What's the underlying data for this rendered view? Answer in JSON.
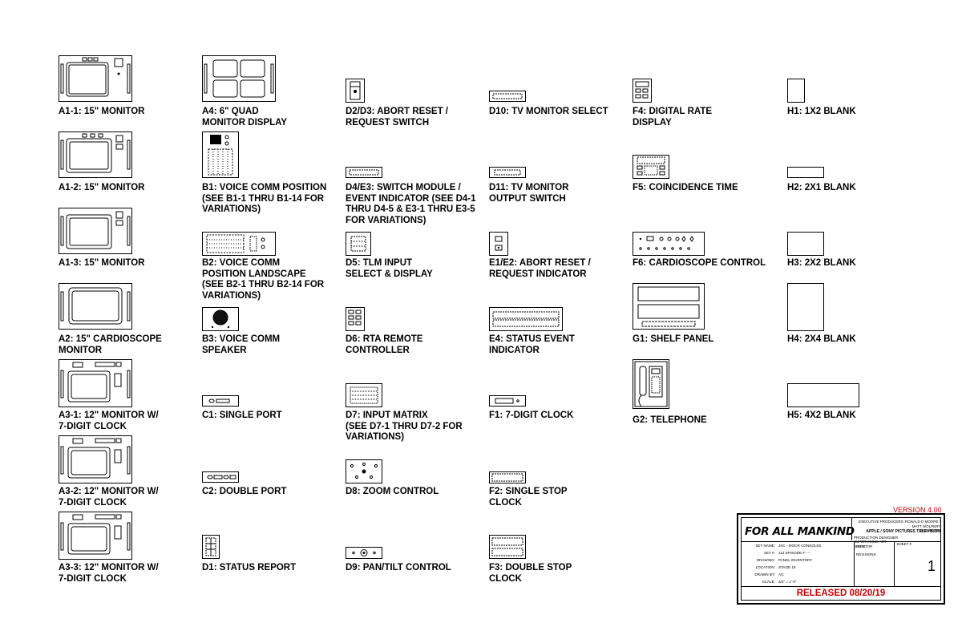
{
  "panels": [
    {
      "id": "a1-1",
      "label": "A1-1: 15\" MONITOR"
    },
    {
      "id": "a1-2",
      "label": "A1-2: 15\" MONITOR"
    },
    {
      "id": "a1-3",
      "label": "A1-3: 15\" MONITOR"
    },
    {
      "id": "a2",
      "label": "A2: 15\" CARDIOSCOPE\nMONITOR"
    },
    {
      "id": "a3-1",
      "label": "A3-1: 12\" MONITOR W/\n7-DIGIT CLOCK"
    },
    {
      "id": "a3-2",
      "label": "A3-2: 12\" MONITOR W/\n7-DIGIT CLOCK"
    },
    {
      "id": "a3-3",
      "label": "A3-3: 12\" MONITOR W/\n7-DIGIT CLOCK"
    },
    {
      "id": "a4",
      "label": "A4: 6\" QUAD\nMONITOR DISPLAY"
    },
    {
      "id": "b1",
      "label": "B1: VOICE COMM POSITION\n(SEE B1-1 THRU B1-14 FOR\nVARIATIONS)"
    },
    {
      "id": "b2",
      "label": "B2: VOICE COMM\nPOSITION LANDSCAPE\n(SEE B2-1 THRU B2-14 FOR\nVARIATIONS)"
    },
    {
      "id": "b3",
      "label": "B3: VOICE COMM\nSPEAKER"
    },
    {
      "id": "c1",
      "label": "C1: SINGLE PORT"
    },
    {
      "id": "c2",
      "label": "C2: DOUBLE PORT"
    },
    {
      "id": "d1",
      "label": "D1: STATUS REPORT"
    },
    {
      "id": "d2d3",
      "label": "D2/D3: ABORT RESET /\nREQUEST SWITCH"
    },
    {
      "id": "d4e3",
      "label": "D4/E3: SWITCH MODULE /\nEVENT INDICATOR (SEE D4-1\nTHRU D4-5 & E3-1 THRU E3-5\nFOR VARIATIONS)"
    },
    {
      "id": "d5",
      "label": "D5: TLM INPUT\nSELECT & DISPLAY"
    },
    {
      "id": "d6",
      "label": "D6: RTA REMOTE\nCONTROLLER"
    },
    {
      "id": "d7",
      "label": "D7: INPUT MATRIX\n(SEE D7-1 THRU D7-2 FOR\nVARIATIONS)"
    },
    {
      "id": "d8",
      "label": "D8: ZOOM CONTROL"
    },
    {
      "id": "d9",
      "label": "D9: PAN/TILT CONTROL"
    },
    {
      "id": "d10",
      "label": "D10: TV MONITOR SELECT"
    },
    {
      "id": "d11",
      "label": "D11: TV MONITOR\nOUTPUT SWITCH"
    },
    {
      "id": "e1e2",
      "label": "E1/E2: ABORT RESET /\nREQUEST INDICATOR"
    },
    {
      "id": "e4",
      "label": "E4: STATUS EVENT\nINDICATOR"
    },
    {
      "id": "f1",
      "label": "F1: 7-DIGIT CLOCK"
    },
    {
      "id": "f2",
      "label": "F2: SINGLE STOP\nCLOCK"
    },
    {
      "id": "f3",
      "label": "F3: DOUBLE STOP\nCLOCK"
    },
    {
      "id": "f4",
      "label": "F4: DIGITAL RATE\nDISPLAY"
    },
    {
      "id": "f5",
      "label": "F5: COINCIDENCE TIME"
    },
    {
      "id": "f6",
      "label": "F6: CARDIOSCOPE CONTROL"
    },
    {
      "id": "g1",
      "label": "G1: SHELF PANEL"
    },
    {
      "id": "g2",
      "label": "G2: TELEPHONE"
    },
    {
      "id": "h1",
      "label": "H1: 1X2 BLANK"
    },
    {
      "id": "h2",
      "label": "H2: 2X1 BLANK"
    },
    {
      "id": "h3",
      "label": "H3: 2X2 BLANK"
    },
    {
      "id": "h4",
      "label": "H4: 2X4 BLANK"
    },
    {
      "id": "h5",
      "label": "H5: 4X2 BLANK"
    }
  ],
  "title_block": {
    "version": "VERSION 4.00",
    "logo": "FOR ALL MANKIND",
    "producers": "EXECUTIVE PRODUCERS:  RONALD D MOORE / MATT WOLPERT\nBEN NEDIVI",
    "studio": "APPLE  /  SONY PICTURES TELEVISION",
    "production_designer": "PRODUCTION DESIGNER",
    "art_director": "SUPERVISING ART DIRECTOR",
    "rows": [
      {
        "k": "SET NAME:",
        "v": "JSC - MOCR CONSOLES"
      },
      {
        "k": "SET #:",
        "v": "112      EPISODE #:  ---"
      },
      {
        "k": "DRAWING:",
        "v": "PANEL INVENTORY"
      },
      {
        "k": "LOCATION:",
        "v": "STAGE 15"
      },
      {
        "k": "DRAWN BY:",
        "v": "AG"
      },
      {
        "k": "SCALE:",
        "v": "3/4\" = 1'-0\""
      }
    ],
    "date_label": "DATE",
    "revisions_label": "REVISIONS",
    "sheet_label": "SHEET #",
    "sheet_number": "1",
    "released": "RELEASED 08/20/19"
  }
}
